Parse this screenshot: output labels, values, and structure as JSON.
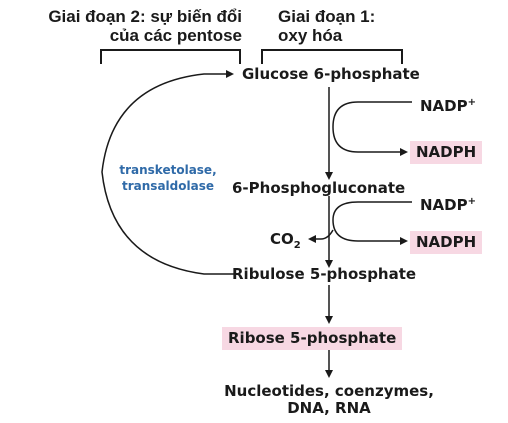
{
  "stage2": {
    "line1": "Giai đoạn 2: sự biến đổi",
    "line2": "của các pentose"
  },
  "stage1": {
    "line1": "Giai đoạn 1:",
    "line2": "oxy hóa"
  },
  "metabolites": {
    "glucose6p": "Glucose 6-phosphate",
    "phosphogluconate": "6-Phosphogluconate",
    "ribulose5p": "Ribulose 5-phosphate",
    "ribose5p": "Ribose 5-phosphate",
    "products_line1": "Nucleotides, coenzymes,",
    "products_line2": "DNA, RNA"
  },
  "cofactors": {
    "nadp_1": "NADP",
    "nadp_1_sup": "+",
    "nadph_1": "NADPH",
    "nadp_2": "NADP",
    "nadp_2_sup": "+",
    "nadph_2": "NADPH",
    "co2": "CO",
    "co2_sub": "2"
  },
  "enzymes": {
    "line1": "transketolase,",
    "line2": "transaldolase"
  },
  "colors": {
    "text": "#1a1a1a",
    "enzyme_blue": "#2f6aa8",
    "highlight_pink": "#f7d8e3"
  }
}
